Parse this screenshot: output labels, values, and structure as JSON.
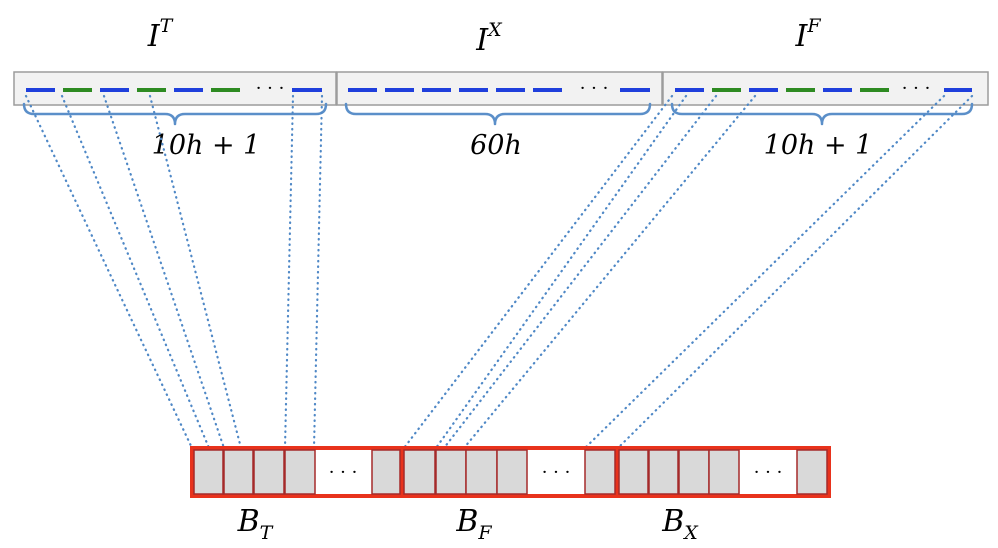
{
  "colors": {
    "bar_fill": "#f2f2f2",
    "bar_border": "#9c9c9c",
    "dash_blue": "#1f3fdc",
    "dash_green": "#2e8b22",
    "brace": "#5b8fc9",
    "dotted": "#4f88c6",
    "buffer_border": "#e8321c",
    "cell_fill": "#d9d9d9",
    "cell_border": "#a52a2a"
  },
  "sections": [
    {
      "name": "I",
      "sup": "T",
      "length": "10h + 1",
      "pattern": "mixed"
    },
    {
      "name": "I",
      "sup": "X",
      "length": "60h",
      "pattern": "blue"
    },
    {
      "name": "I",
      "sup": "F",
      "length": "10h + 1",
      "pattern": "mixed"
    }
  ],
  "buffers": [
    {
      "name": "B",
      "sub": "T"
    },
    {
      "name": "B",
      "sub": "F"
    },
    {
      "name": "B",
      "sub": "X"
    }
  ],
  "ellipsis": "· · ·"
}
